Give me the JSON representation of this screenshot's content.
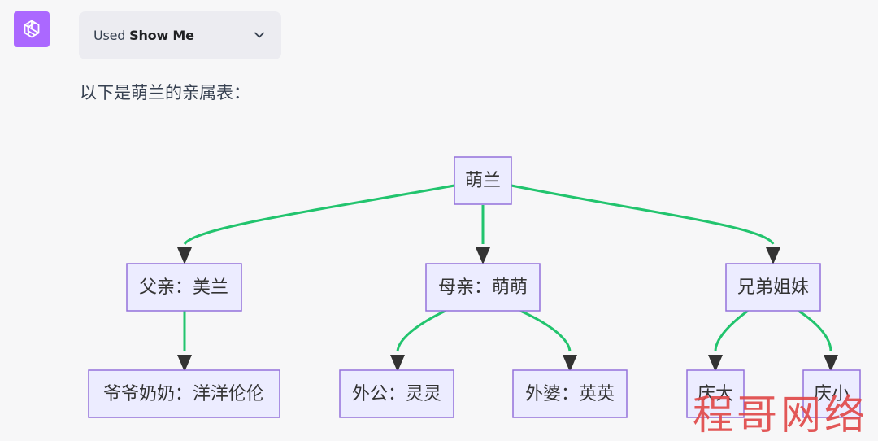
{
  "header": {
    "avatar_icon": "openai-logo-icon",
    "tool_prefix": "Used ",
    "tool_name": "Show Me",
    "chevron_icon": "chevron-down-icon"
  },
  "message": {
    "intro": "以下是萌兰的亲属表："
  },
  "diagram": {
    "root": "萌兰",
    "father": "父亲：美兰",
    "mother": "母亲：萌萌",
    "siblings": "兄弟姐妹",
    "grandparents": "爷爷奶奶：洋洋伦伦",
    "maternal_grandfather": "外公：灵灵",
    "maternal_grandmother": "外婆：英英",
    "sibling_elder": "庆大",
    "sibling_younger": "庆小",
    "edge_color": "#22c46e",
    "node_fill": "#ececff",
    "node_stroke": "#9370db"
  },
  "watermark": "程哥网络"
}
